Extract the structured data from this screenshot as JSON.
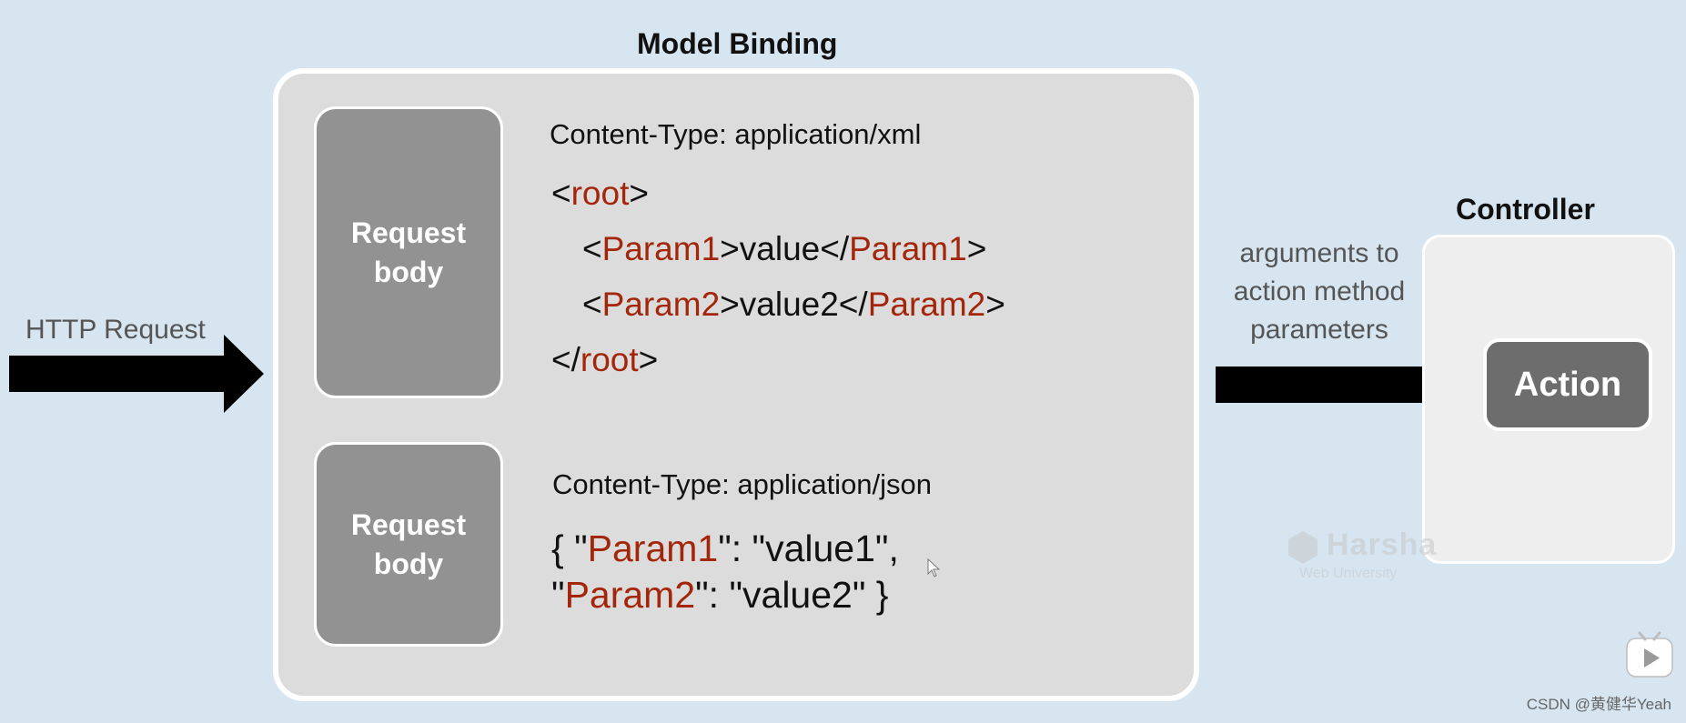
{
  "diagram": {
    "model_binding_title": "Model Binding",
    "http_request_label": "HTTP Request",
    "request_boxes": [
      {
        "label": "Request body"
      },
      {
        "label": "Request body"
      }
    ],
    "xml": {
      "content_type": "Content-Type:  application/xml",
      "root_open_lt": "<",
      "root_open_name": "root",
      "root_open_gt": ">",
      "p1_lt": "<",
      "p1_name": "Param1",
      "p1_mid": ">value</",
      "p1_name_close": "Param1",
      "p1_gt": ">",
      "p2_lt": "<",
      "p2_name": "Param2",
      "p2_mid": ">value2</",
      "p2_name_close": "Param2",
      "p2_gt": ">",
      "root_close_lt": "</",
      "root_close_name": "root",
      "root_close_gt": ">"
    },
    "json": {
      "content_type": "Content-Type:  application/json",
      "l1_prefix": "{ \"",
      "l1_key": "Param1",
      "l1_suffix": "\": \"value1\",",
      "l2_prefix": "\"",
      "l2_key": "Param2",
      "l2_suffix": "\": \"value2\" }"
    },
    "args_label": "arguments to action method parameters",
    "controller_title": "Controller",
    "action_label": "Action"
  },
  "watermark": {
    "main": "Harsha",
    "sub": "Web University"
  },
  "footer": {
    "csdn": "CSDN @黄健华Yeah"
  },
  "colors": {
    "background": "#d6e5f0",
    "keyword_red": "#a3260b",
    "box_gray": "#929292",
    "action_gray": "#6d6d6d"
  }
}
